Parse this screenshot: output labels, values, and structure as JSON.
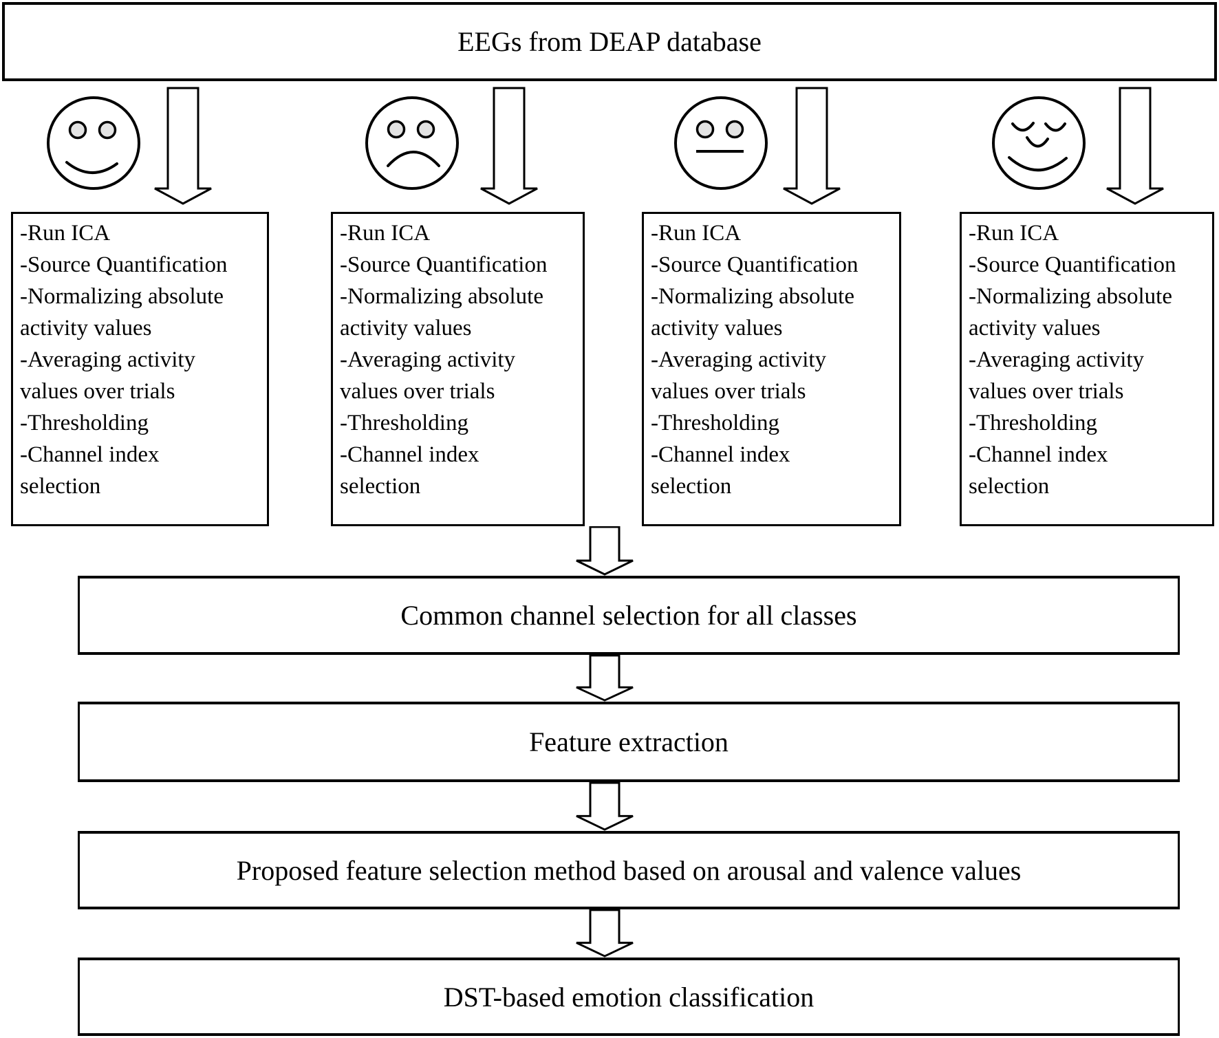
{
  "figure": {
    "title_box": {
      "label": "EEGs from DEAP database"
    },
    "emotion_columns": [
      {
        "face_icon": "happy-face-icon"
      },
      {
        "face_icon": "sad-face-icon"
      },
      {
        "face_icon": "neutral-face-icon"
      },
      {
        "face_icon": "relaxed-face-icon"
      }
    ],
    "process_steps": [
      "-Run ICA",
      "-Source Quantification",
      "-Normalizing absolute\nactivity values",
      "-Averaging activity\nvalues over trials",
      "-Thresholding",
      "-Channel index\nselection"
    ],
    "flow_boxes": [
      {
        "label": "Common channel selection for all classes"
      },
      {
        "label": "Feature extraction"
      },
      {
        "label": "Proposed feature selection method based on arousal and valence values"
      },
      {
        "label": "DST-based emotion classification"
      }
    ],
    "colors": {
      "stroke": "#000000",
      "box_fill": "#ffffff",
      "eye_fill": "#e3e3e3"
    }
  }
}
